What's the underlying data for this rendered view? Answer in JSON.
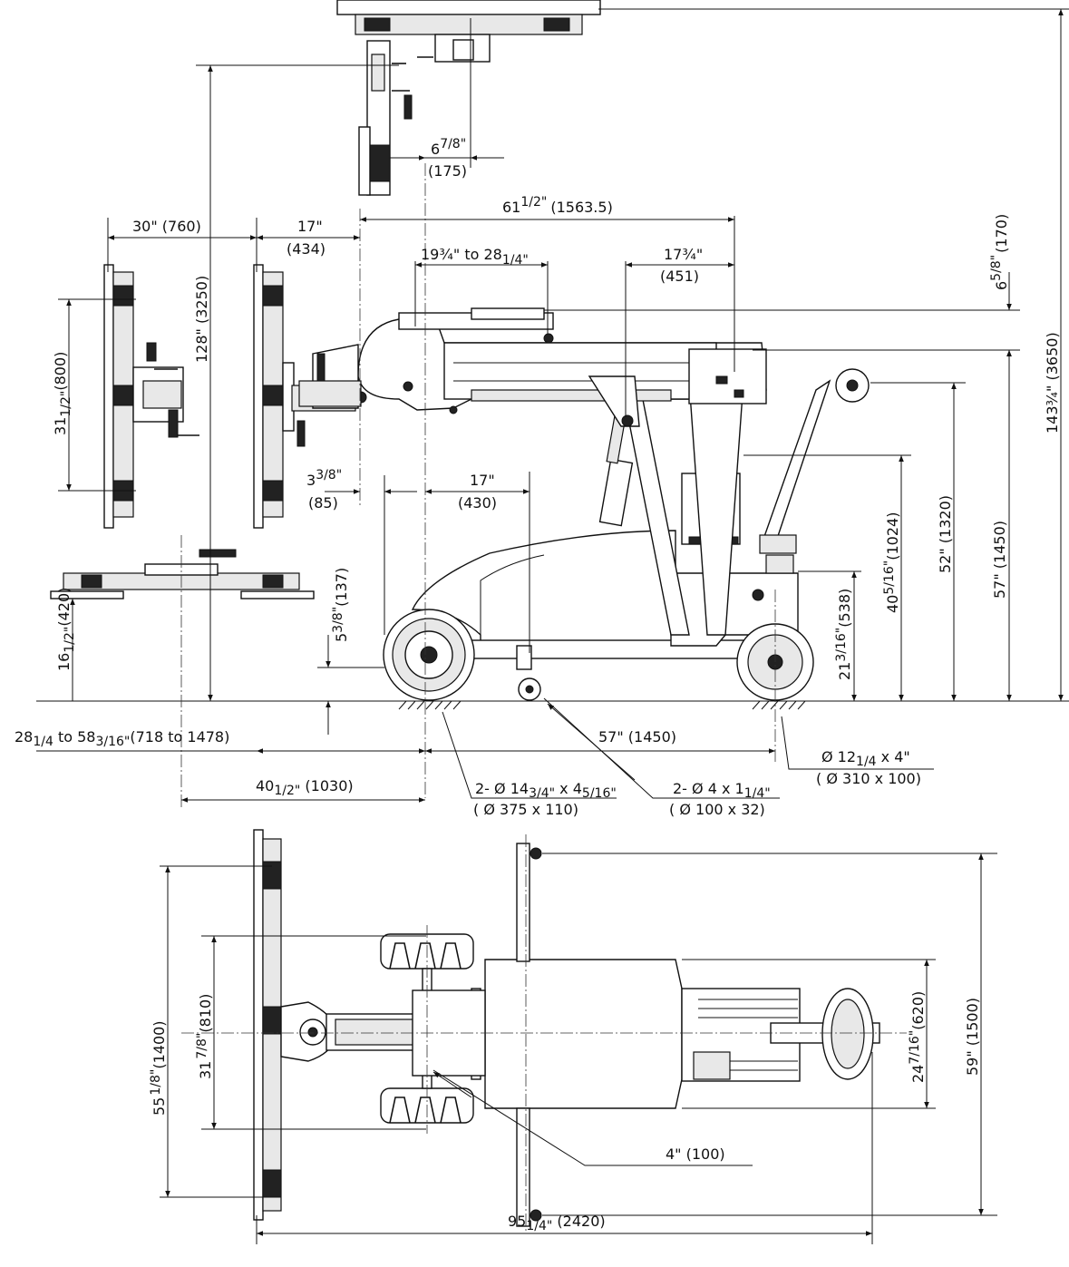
{
  "side_view": {
    "dimensions": {
      "d_6_7_8_top": "6",
      "d_6_7_8_frac": "7/8\"",
      "d_6_7_8_mm": "(175)",
      "d_61_top": "61",
      "d_61_frac": "1/2\"",
      "d_61_mm": "(1563.5)",
      "d_30": "30\" (760)",
      "d_17_top": "17\"",
      "d_17_mm": "(434)",
      "d_19_28": "19¾\" to 28",
      "d_19_28_frac": "1/4\"",
      "d_17_3_4": "17¾\"",
      "d_17_3_4_mm": "(451)",
      "d_6_5_8": "6",
      "d_6_5_8_frac": "5/8\"",
      "d_6_5_8_mm": "(170)",
      "d_143": "143¾\" (3650)",
      "d_128": "128\" (3250)",
      "d_31_main": "31",
      "d_31_frac": "1/2\"",
      "d_31_mm": "(800)",
      "d_3_3_8": "3",
      "d_3_3_8_frac": "3/8\"",
      "d_3_3_8_mm": "(85)",
      "d_17_430": "17\"",
      "d_17_430_mm": "(430)",
      "d_52": "52\" (1320)",
      "d_57_1450_v": "57\" (1450)",
      "d_40_5_16": "40",
      "d_40_5_16_frac": "5/16\"",
      "d_40_5_16_mm": "(1024)",
      "d_21": "21",
      "d_21_frac": "3/16\"",
      "d_21_mm": "(538)",
      "d_16": "16",
      "d_16_frac": "1/2\"",
      "d_16_mm": "(420)",
      "d_5_3_8": "5",
      "d_5_3_8_frac": "3/8\"",
      "d_5_3_8_mm": "(137)",
      "d_28_58_a": "28",
      "d_28_58_a_frac": "1/4",
      "d_28_58_b": " to 58",
      "d_28_58_b_frac": "3/16\"",
      "d_28_58_mm": "(718 to 1478)",
      "d_57_1450_h": "57\" (1450)",
      "d_40_1_2": "40",
      "d_40_1_2_frac": "1/2\"",
      "d_40_1_2_mm": " (1030)",
      "d_wheel_big_a": "2- ",
      "d_wheel_big_phi": "Ø",
      "d_wheel_big_b": " 14",
      "d_wheel_big_frac1": "3/4\"",
      "d_wheel_big_c": " x 4",
      "d_wheel_big_frac2": "5/16\"",
      "d_wheel_big_mm": "( Ø 375 x 110)",
      "d_wheel_small": "2- Ø 4 x 1",
      "d_wheel_small_frac": "1/4\"",
      "d_wheel_small_mm": "( Ø 100 x 32)",
      "d_wheel_rear": "Ø 12",
      "d_wheel_rear_frac": "1/4",
      "d_wheel_rear_b": " x 4\"",
      "d_wheel_rear_mm": "( Ø 310 x 100)"
    }
  },
  "top_view": {
    "dimensions": {
      "d_55": "55",
      "d_55_frac": "1/8\"",
      "d_55_mm": "(1400)",
      "d_31": "31",
      "d_31_frac": "7/8\"",
      "d_31_mm": "(810)",
      "d_24": "24",
      "d_24_frac": "7/16\"",
      "d_24_mm": "(620)",
      "d_59": "59\" (1500)",
      "d_4": "4\" (100)",
      "d_95": "95",
      "d_95_frac": "1/4\"",
      "d_95_mm": " (2420)"
    }
  }
}
